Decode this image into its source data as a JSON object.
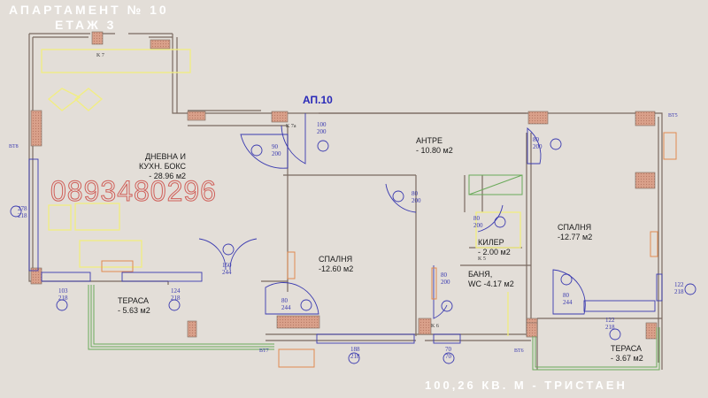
{
  "header": {
    "title": "АПАРТАМЕНТ № 10",
    "floor": "ЕТАЖ 3"
  },
  "footer": {
    "area_summary": "100,26 КВ. М - ТРИСТАЕН"
  },
  "watermark": {
    "phone": "0893480296"
  },
  "plan": {
    "apartment_label": "АП.10",
    "rooms": [
      {
        "name": "ДНЕВНА И КУХН. БОКС",
        "line1": "ДНЕВНА И",
        "line2": "КУХН. БОКС",
        "area": "- 28.96 м2"
      },
      {
        "name": "АНТРЕ",
        "line1": "АНТРЕ",
        "area": "- 10.80 м2"
      },
      {
        "name": "СПАЛНЯ",
        "line1": "СПАЛНЯ",
        "area": "-12.60 м2"
      },
      {
        "name": "СПАЛНЯ",
        "line1": "СПАЛНЯ",
        "area": "-12.77 м2"
      },
      {
        "name": "КИЛЕР",
        "line1": "КИЛЕР",
        "area": "- 2.00 м2"
      },
      {
        "name": "БАНЯ, WC",
        "line1": "БАНЯ,",
        "area": "WC -4.17 м2"
      },
      {
        "name": "ТЕРАСА",
        "line1": "ТЕРАСА",
        "area": "- 5.63 м2"
      },
      {
        "name": "ТЕРАСА",
        "line1": "ТЕРАСА",
        "area": "- 3.67 м2"
      }
    ],
    "openings": [
      {
        "w": "90",
        "h": "200"
      },
      {
        "w": "100",
        "h": "200"
      },
      {
        "w": "80",
        "h": "200"
      },
      {
        "w": "80",
        "h": "200"
      },
      {
        "w": "80",
        "h": "200"
      },
      {
        "w": "80",
        "h": "200"
      },
      {
        "w": "80",
        "h": "244"
      },
      {
        "w": "80",
        "h": "244"
      },
      {
        "w": "150",
        "h": "244"
      },
      {
        "w": "278",
        "h": "218"
      },
      {
        "w": "103",
        "h": "218"
      },
      {
        "w": "124",
        "h": "218"
      },
      {
        "w": "188",
        "h": "218"
      },
      {
        "w": "70",
        "h": "70"
      },
      {
        "w": "122",
        "h": "218"
      },
      {
        "w": "122",
        "h": "218"
      }
    ],
    "markers": [
      "BT8",
      "BT5",
      "BT7",
      "BT6",
      "K 7",
      "K 7a",
      "K 6",
      "K 5"
    ]
  },
  "colors": {
    "background": "#e3ded8",
    "wall": "#7a6a60",
    "column": "#d9a08a",
    "door": "#3a3ab0",
    "furniture": "#f2ee80",
    "terrace_rail": "#6aaa5a",
    "phone": "#d0605a"
  }
}
